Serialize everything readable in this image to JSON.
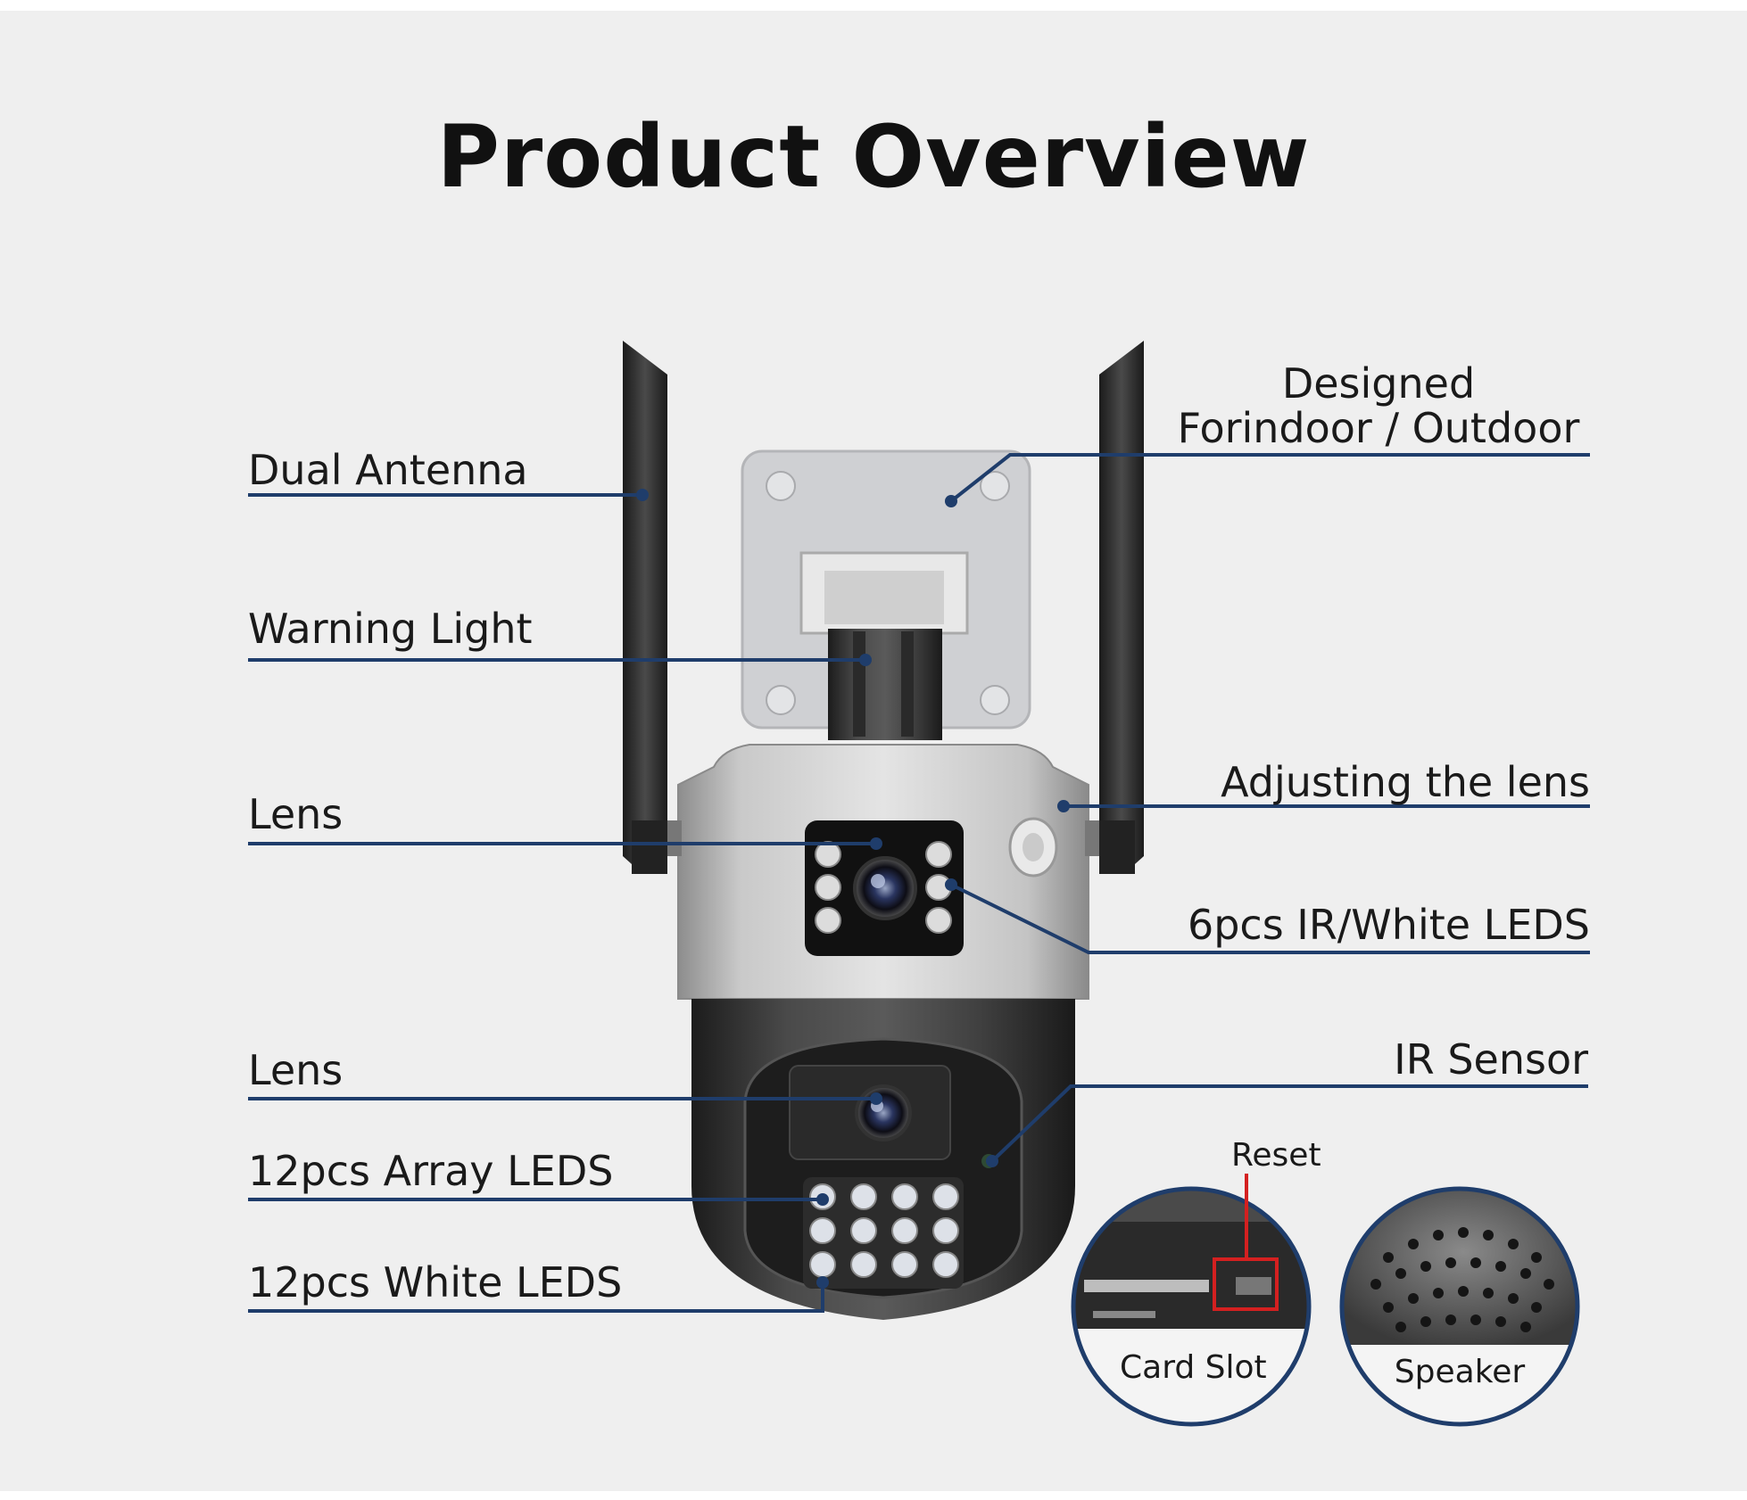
{
  "title": "Product Overview",
  "labels": {
    "dual_antenna": "Dual Antenna",
    "warning_light": "Warning Light",
    "lens_top": "Lens",
    "lens_bottom": "Lens",
    "array_leds": "12pcs Array LEDS",
    "white_leds": "12pcs White LEDS",
    "designed_line1": "Designed",
    "designed_line2": "Forindoor / Outdoor",
    "adjusting": "Adjusting the lens",
    "ir_white_leds": "6pcs IR/White LEDS",
    "ir_sensor": "IR Sensor",
    "reset": "Reset",
    "card_slot": "Card Slot",
    "speaker": "Speaker"
  },
  "colors": {
    "leader_line": "#1f3d6b",
    "background": "#efefef",
    "reset_box": "#d42020"
  }
}
